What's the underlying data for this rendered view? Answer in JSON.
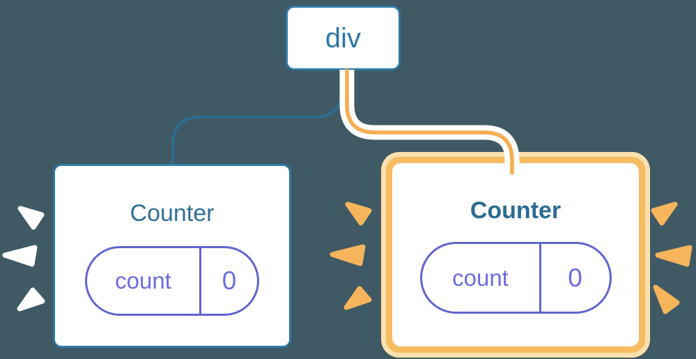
{
  "diagram": {
    "root": {
      "label": "div"
    },
    "left_counter": {
      "title": "Counter",
      "state": {
        "key": "count",
        "value": "0"
      },
      "highlighted": false
    },
    "right_counter": {
      "title": "Counter",
      "state": {
        "key": "count",
        "value": "0"
      },
      "highlighted": true
    },
    "colors": {
      "background": "#3F5A64",
      "node_border_blue": "#2E79A6",
      "connector_blue": "#2B6E94",
      "heading_blue": "#2E7094",
      "heading_blue_bold": "#2A6B92",
      "state_purple": "#6064CE",
      "state_text_purple": "#6C6CE0",
      "highlight_border_orange": "#F7BB61",
      "highlight_halo_cream": "#FCE0AE",
      "connector_orange": "#F5AD52",
      "connector_casing": "#FFFFFF",
      "spark_white": "#FFFFFF",
      "spark_orange": "#F6B45C"
    }
  }
}
